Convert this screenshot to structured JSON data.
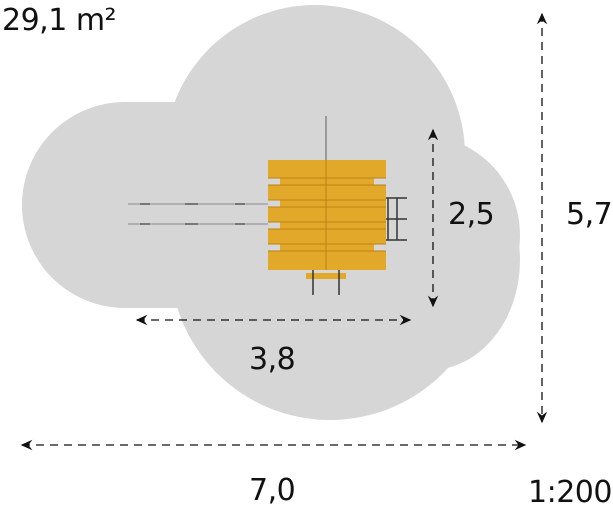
{
  "area": {
    "label": "29,1 m²"
  },
  "dimensions": {
    "equipment_width": "3,8",
    "equipment_depth": "2,5",
    "zone_width": "7,0",
    "zone_depth": "5,7"
  },
  "scale": {
    "label": "1:200"
  },
  "colors": {
    "zone": "#d6d6d6",
    "wood": "#e2a82a",
    "wood_dark": "#b98314",
    "metal": "#9a9a9a",
    "dim_line": "#111111"
  }
}
